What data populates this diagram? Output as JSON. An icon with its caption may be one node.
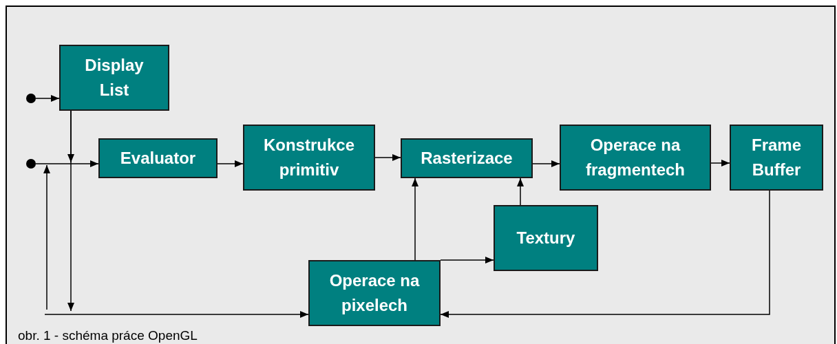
{
  "diagram": {
    "caption": "obr. 1 - schéma práce OpenGL",
    "nodes": [
      {
        "text": [],
        "shape": "circle"
      },
      {
        "text": [
          "Display List"
        ]
      },
      {
        "text": [],
        "shape": "circle"
      },
      {
        "text": [
          "Evaluator"
        ]
      },
      {
        "text": [
          "Konstrukce primitiv"
        ]
      },
      {
        "text": [
          "Rasterizace"
        ]
      },
      {
        "text": [
          "Operace na fragmentech"
        ]
      },
      {
        "text": [
          "Frame Buffer"
        ]
      },
      {
        "text": [
          "Textury"
        ]
      },
      {
        "text": [
          "Operace na pixelech"
        ]
      }
    ],
    "edges": [
      {
        "from": 0,
        "to": 1,
        "arrow": "to"
      },
      {
        "from": 2,
        "to": 3,
        "arrow": "to"
      },
      {
        "from": 1,
        "to": 3,
        "arrow": "to"
      },
      {
        "from": 1,
        "to": null,
        "arrow": "to"
      },
      {
        "from": null,
        "to": 9,
        "arrow": "to"
      },
      {
        "from": null,
        "to": 3,
        "arrow": "to"
      },
      {
        "from": 3,
        "to": 4,
        "arrow": "to"
      },
      {
        "from": 4,
        "to": 5,
        "arrow": "to"
      },
      {
        "from": 5,
        "to": 6,
        "arrow": "to"
      },
      {
        "from": 6,
        "to": 7,
        "arrow": "to"
      },
      {
        "from": 8,
        "to": 5,
        "arrow": "to"
      },
      {
        "from": 9,
        "to": 5,
        "arrow": "to"
      },
      {
        "from": 9,
        "to": 8,
        "arrow": "to"
      },
      {
        "from": 7,
        "to": 9,
        "arrow": "to"
      }
    ]
  }
}
